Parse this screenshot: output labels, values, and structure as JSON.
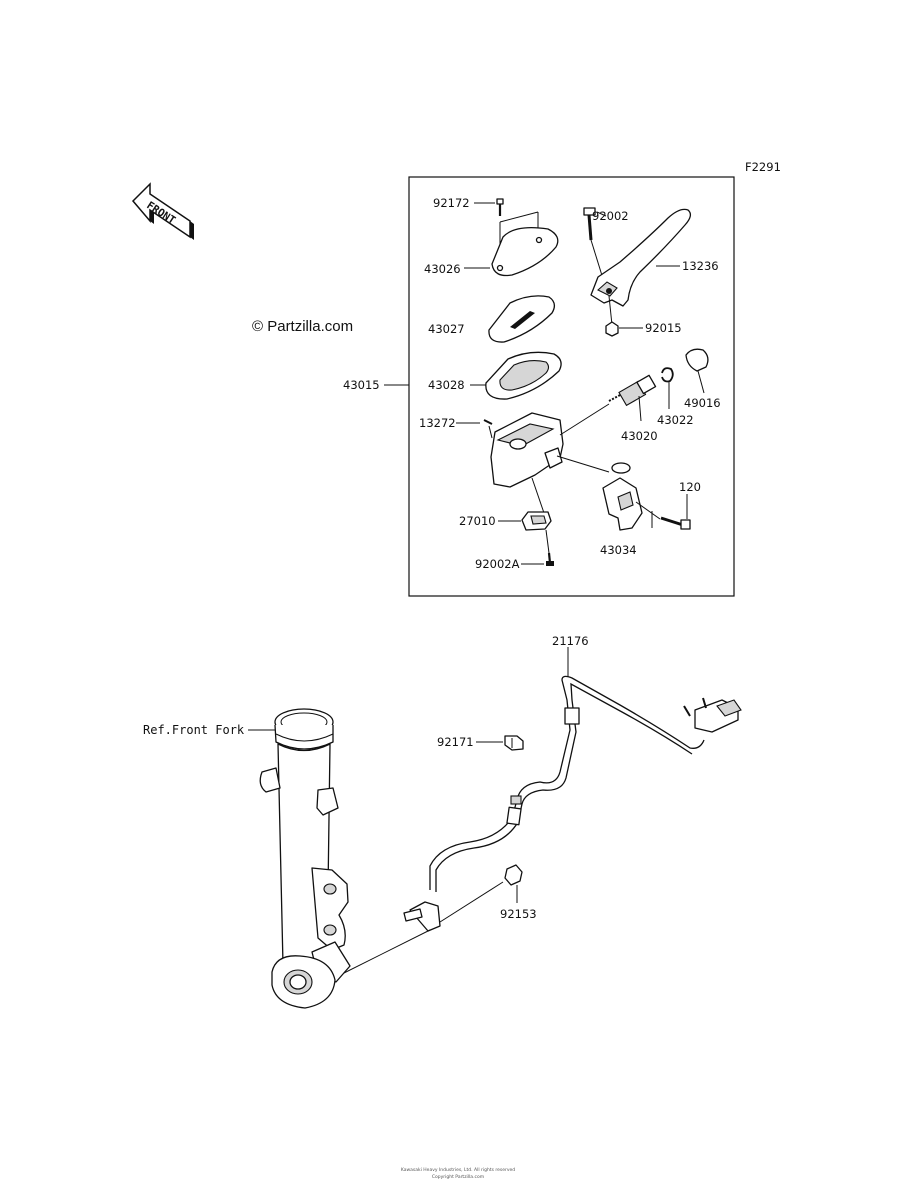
{
  "figure_code": "F2291",
  "watermark": "© Partzilla.com",
  "front_arrow_text": "FRONT",
  "ref_label": "Ref.Front Fork",
  "labels": {
    "p92172": "92172",
    "p92002": "92002",
    "p43026": "43026",
    "p13236": "13236",
    "p43027": "43027",
    "p92015": "92015",
    "p43015": "43015",
    "p43028": "43028",
    "p49016": "49016",
    "p43022": "43022",
    "p13272": "13272",
    "p43020": "43020",
    "p120": "120",
    "p27010": "27010",
    "p43034": "43034",
    "p92002A": "92002A",
    "p21176": "21176",
    "p92171": "92171",
    "p92153": "92153"
  },
  "footer": {
    "line1": "Kawasaki Heavy Industries, Ltd. All rights reserved",
    "line2": "Copyright Partzilla.com"
  }
}
